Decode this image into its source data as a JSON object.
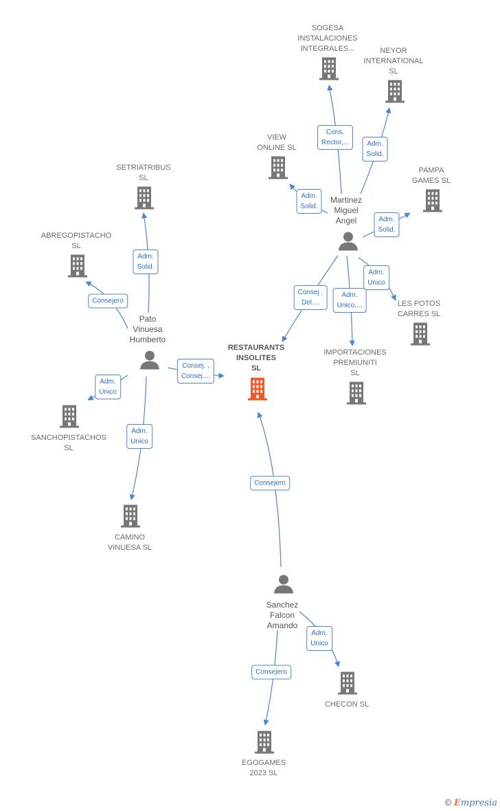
{
  "colors": {
    "edge": "#4a86d4",
    "node": "#777777",
    "focus": "#f05a28"
  },
  "nodes": {
    "focus": {
      "label": "RESTAURANTS\nINSOLITES\nSL",
      "icon": "building-icon"
    },
    "sogesa": {
      "label": "SOGESA\nINSTALACIONES\nINTEGRALES..."
    },
    "neyor": {
      "label": "NEYOR\nINTERNATIONAL\nSL"
    },
    "view": {
      "label": "VIEW\nONLINE  SL"
    },
    "pampa": {
      "label": "PAMPA\nGAMES  SL"
    },
    "setria": {
      "label": "SETRIATRIBUS\nSL"
    },
    "abrego": {
      "label": "ABREGOPISTACHO\nSL"
    },
    "lespotos": {
      "label": "LES POTOS\nCARRES  SL"
    },
    "importa": {
      "label": "IMPORTACIONES\nPREMIUNITI\nSL"
    },
    "sancho": {
      "label": "SANCHOPISTACHOS\nSL"
    },
    "camino": {
      "label": "CAMINO\nVINUESA  SL"
    },
    "checon": {
      "label": "CHECON  SL"
    },
    "egogames": {
      "label": "EGOGAMES\n2023  SL"
    },
    "martinez": {
      "label": "Martinez\nMiguel\nAngel",
      "icon": "person-icon"
    },
    "pato": {
      "label": "Pato\nVinuesa\nHumberto",
      "icon": "person-icon"
    },
    "sanchez": {
      "label": "Sanchez\nFalcon\nAmando",
      "icon": "person-icon"
    }
  },
  "edges": {
    "cons_rector": "Cons.\nRector,...",
    "adm_solid_neyor": "Adm.\nSolid.",
    "adm_solid_view": "Adm.\nSolid.",
    "adm_solid_pampa": "Adm.\nSolid.",
    "adm_unico_lespotos": "Adm.\nUnico",
    "consej_del": "Consej .\nDel....",
    "adm_unico_importa": "Adm.\nUnico,...",
    "adm_solid_setria": "Adm.\nSolid.",
    "consejero_abrego": "Consejero",
    "consej_consej": "Consej. ,\nConsej....",
    "adm_unico_sancho": "Adm.\nUnico",
    "adm_unico_camino": "Adm.\nUnico",
    "consejero_sanchez": "Consejero",
    "adm_unico_checon": "Adm.\nUnico",
    "consejero_egogames": "Consejero"
  },
  "footer": {
    "copyright": "©",
    "brand_e": "E",
    "brand_rest": "mpresia"
  }
}
